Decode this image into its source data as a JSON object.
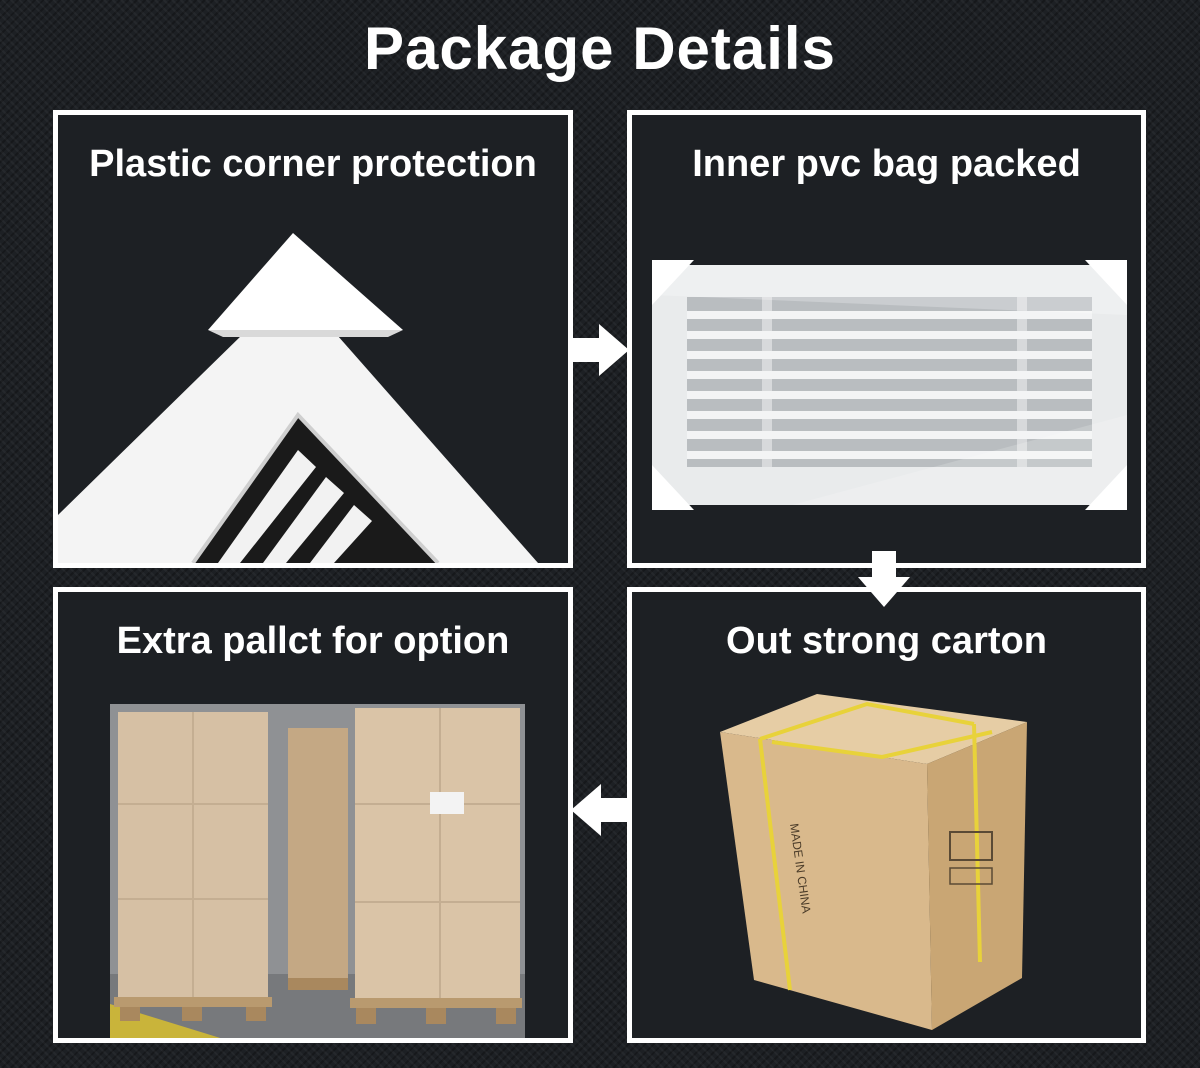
{
  "page": {
    "title": "Package Details"
  },
  "panels": [
    {
      "label": "Plastic corner protection"
    },
    {
      "label": "Inner pvc bag packed"
    },
    {
      "label": "Extra pallct for option"
    },
    {
      "label": "Out strong carton"
    }
  ],
  "carton": {
    "side_print": "MADE IN CHINA"
  },
  "icons": {
    "flow_right": "arrow-right-icon",
    "flow_down": "arrow-down-icon",
    "flow_left": "arrow-left-icon"
  },
  "colors": {
    "background": "#1d2024",
    "frame": "#ffffff",
    "cardboard": "#d8b98c",
    "strap": "#e8d23a"
  }
}
